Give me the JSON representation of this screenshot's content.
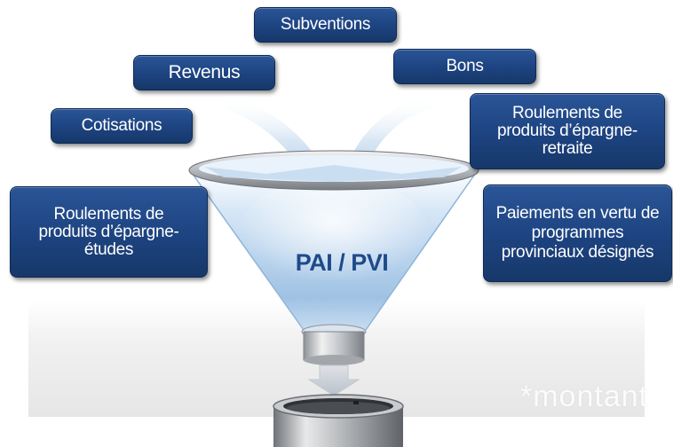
{
  "diagram": {
    "center_label": "PAI / PVI",
    "watermark_text": "*montant",
    "boxes": {
      "subventions": "Subventions",
      "revenus": "Revenus",
      "bons": "Bons",
      "cotisations": "Cotisations",
      "reer": "Roulements de\nproduits d’épargne-\nretraite",
      "reee": "Roulements de\nproduits d’épargne-\nétudes",
      "paiements": "Paiements en vertu de\nprogrammes\nprovinciaux désignés"
    }
  },
  "colors": {
    "box_fill": "#1d4380",
    "box_border": "#0e2a52",
    "box_text": "#ffffff",
    "center_label": "#1f4a8a",
    "funnel_liquid": "#b8d4ee",
    "funnel_rim": "#9aa0a6"
  }
}
